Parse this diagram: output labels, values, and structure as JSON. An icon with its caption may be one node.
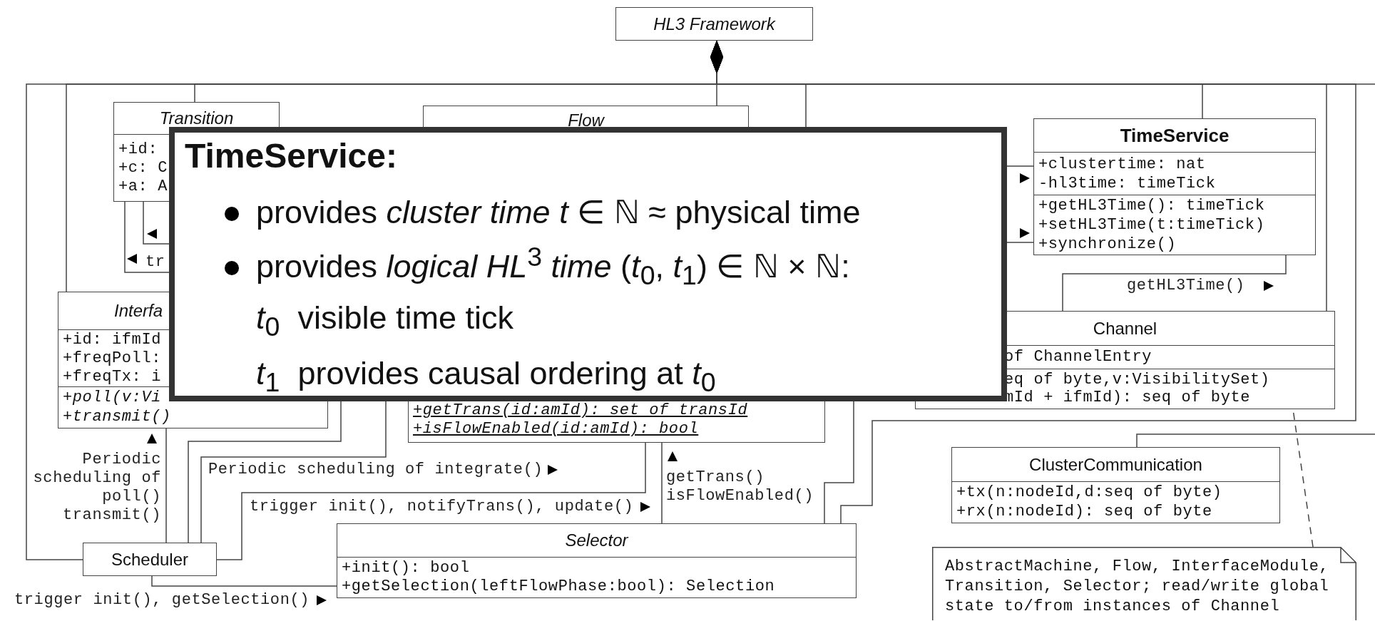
{
  "diagram": {
    "nodes": [
      {
        "text": [
          "HL3 Framework"
        ]
      },
      {
        "text": [
          "Transition",
          "+id:",
          "+c: C",
          "+a: A"
        ]
      },
      {
        "text": [
          "Flow"
        ]
      },
      {
        "text": [
          "TimeService",
          "+clustertime: nat",
          "-hl3time: timeTick",
          "+getHL3Time(): timeTick",
          "+setHL3Time(t:timeTick)",
          "+synchronize()"
        ]
      },
      {
        "text": [
          "Interfa",
          "+id: ifmId",
          "+freqPoll:",
          "+freqTx: i",
          "+poll(v:Vi",
          "+transmit()"
        ]
      },
      {
        "text": [
          "Channel",
          "of ChannelEntry",
          "eq of byte,v:VisibilitySet)",
          "mId + ifmId): seq of byte"
        ]
      },
      {
        "text": [
          "+getTrans(id:amId): set of transId",
          "+isFlowEnabled(id:amId): bool"
        ]
      },
      {
        "text": [
          "ClusterCommunication",
          "+tx(n:nodeId,d:seq of byte)",
          "+rx(n:nodeId): seq of byte"
        ]
      },
      {
        "text": [
          "Scheduler"
        ]
      },
      {
        "text": [
          "Selector",
          "+init(): bool",
          "+getSelection(leftFlowPhase:bool): Selection"
        ]
      },
      {
        "text": [
          "AbstractMachine, Flow, InterfaceModule, Transition, Selector; read/write global state to/from instances of Channel"
        ]
      },
      {
        "text": [
          "TimeService:",
          "provides *cluster time* *t* ∈ ℕ ≈ physical time",
          "provides *logical* *HL*$^{3}$ *time* (*t*$_{0}$, *t*$_{1}$) ∈ ℕ × ℕ:",
          "*t*$_{0}$  visible time tick",
          "*t*$_{1}$  provides causal ordering at *t*$_{0}$"
        ]
      }
    ],
    "edges": [
      {
        "from": 1,
        "to": 0,
        "arrow": "other"
      },
      {
        "from": 4,
        "to": 0,
        "arrow": "other"
      },
      {
        "from": 8,
        "to": 0,
        "arrow": "other"
      },
      {
        "from": 2,
        "to": 0,
        "arrow": "other"
      },
      {
        "from": 11,
        "to": 0,
        "arrow": "other"
      },
      {
        "from": 3,
        "to": 0,
        "arrow": "other"
      },
      {
        "from": 5,
        "to": 0,
        "arrow": "other"
      },
      {
        "from": 9,
        "to": 0,
        "arrow": "other"
      },
      {
        "from": 7,
        "to": null,
        "arrow": "none"
      },
      {
        "from": null,
        "to": 0,
        "arrow": "other"
      },
      {
        "from": 1,
        "to": 11,
        "arrow": "none"
      },
      {
        "from": 1,
        "to": 11,
        "arrow": "none",
        "label": "tr"
      },
      {
        "from": 11,
        "to": 3,
        "arrow": "none"
      },
      {
        "from": 11,
        "to": 3,
        "arrow": "none"
      },
      {
        "from": 5,
        "to": 3,
        "arrow": "none",
        "label": "getHL3Time()"
      },
      {
        "from": 8,
        "to": 4,
        "arrow": "none",
        "label": "Periodic scheduling of poll() transmit()"
      },
      {
        "from": 8,
        "to": 11,
        "arrow": "none"
      },
      {
        "from": 8,
        "to": 11,
        "arrow": "none",
        "label": "Periodic scheduling of integrate()"
      },
      {
        "from": 8,
        "to": 6,
        "arrow": "none",
        "label": "trigger init(), notifyTrans(), update()"
      },
      {
        "from": 8,
        "to": 9,
        "arrow": "none",
        "label": "trigger init(), getSelection()"
      },
      {
        "from": 9,
        "to": 6,
        "arrow": "none",
        "label": "getTrans() isFlowEnabled()"
      },
      {
        "from": 9,
        "to": 11,
        "arrow": "none"
      },
      {
        "from": 10,
        "to": 5,
        "arrow": "none",
        "style": "dashed"
      }
    ]
  }
}
